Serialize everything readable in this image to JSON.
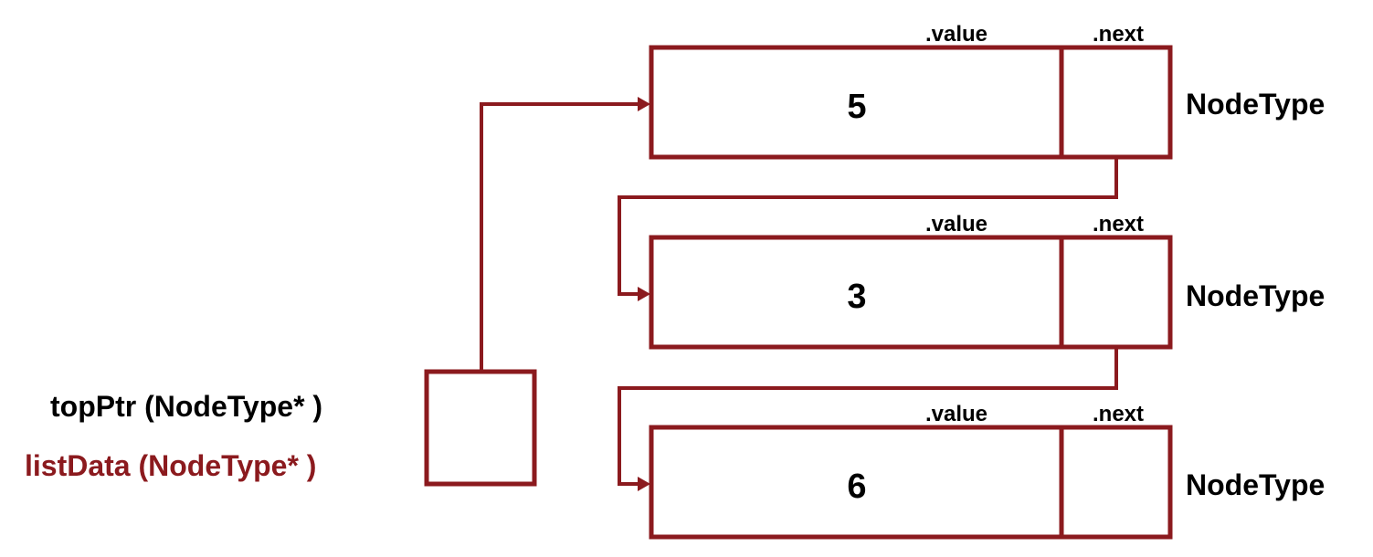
{
  "pointer": {
    "label": "topPtr (NodeType* )",
    "alias": "listData (NodeType* )"
  },
  "nodes": [
    {
      "value": "5",
      "value_field": ".value",
      "next_field": ".next",
      "type": "NodeType"
    },
    {
      "value": "3",
      "value_field": ".value",
      "next_field": ".next",
      "type": "NodeType"
    },
    {
      "value": "6",
      "value_field": ".value",
      "next_field": ".next",
      "type": "NodeType"
    }
  ],
  "colors": {
    "accent": "#8b1a1e",
    "text": "#000000",
    "background": "#ffffff"
  }
}
